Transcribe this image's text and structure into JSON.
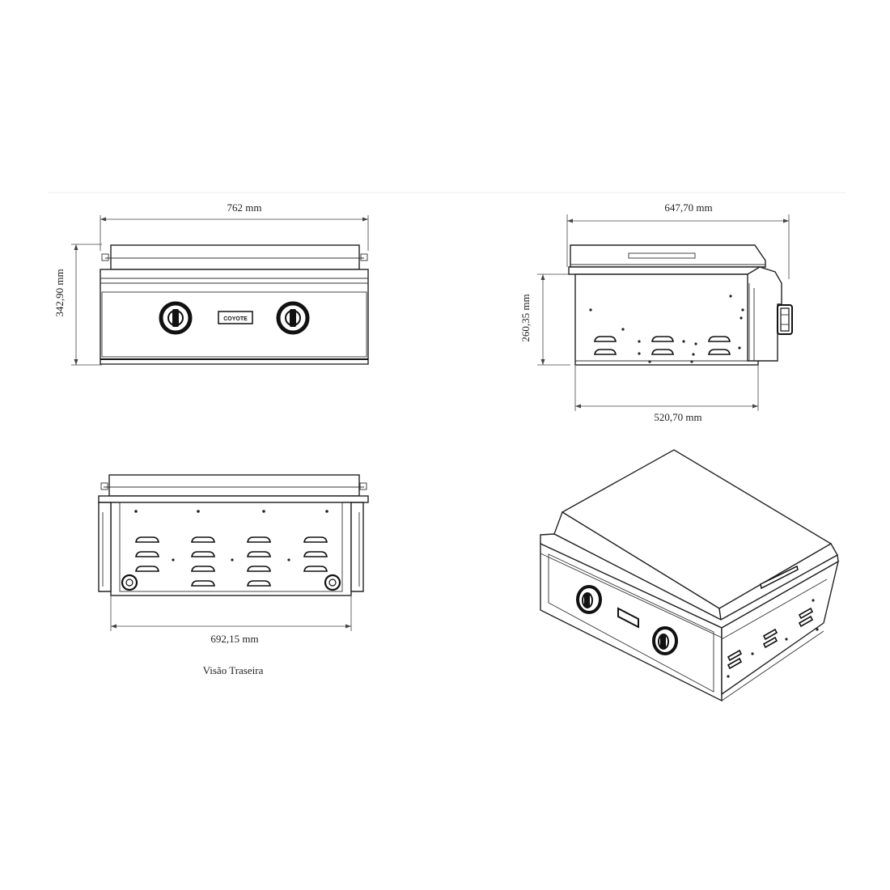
{
  "dimensions": {
    "front_width": "762 mm",
    "front_height": "342,90 mm",
    "side_depth_top": "647,70 mm",
    "side_height": "260,35 mm",
    "side_depth_bottom": "520,70 mm",
    "rear_width": "692,15 mm"
  },
  "captions": {
    "rear_view": "Visão Traseira"
  },
  "brand_badge": "COYOTE",
  "colors": {
    "line": "#222222",
    "background": "#ffffff"
  }
}
